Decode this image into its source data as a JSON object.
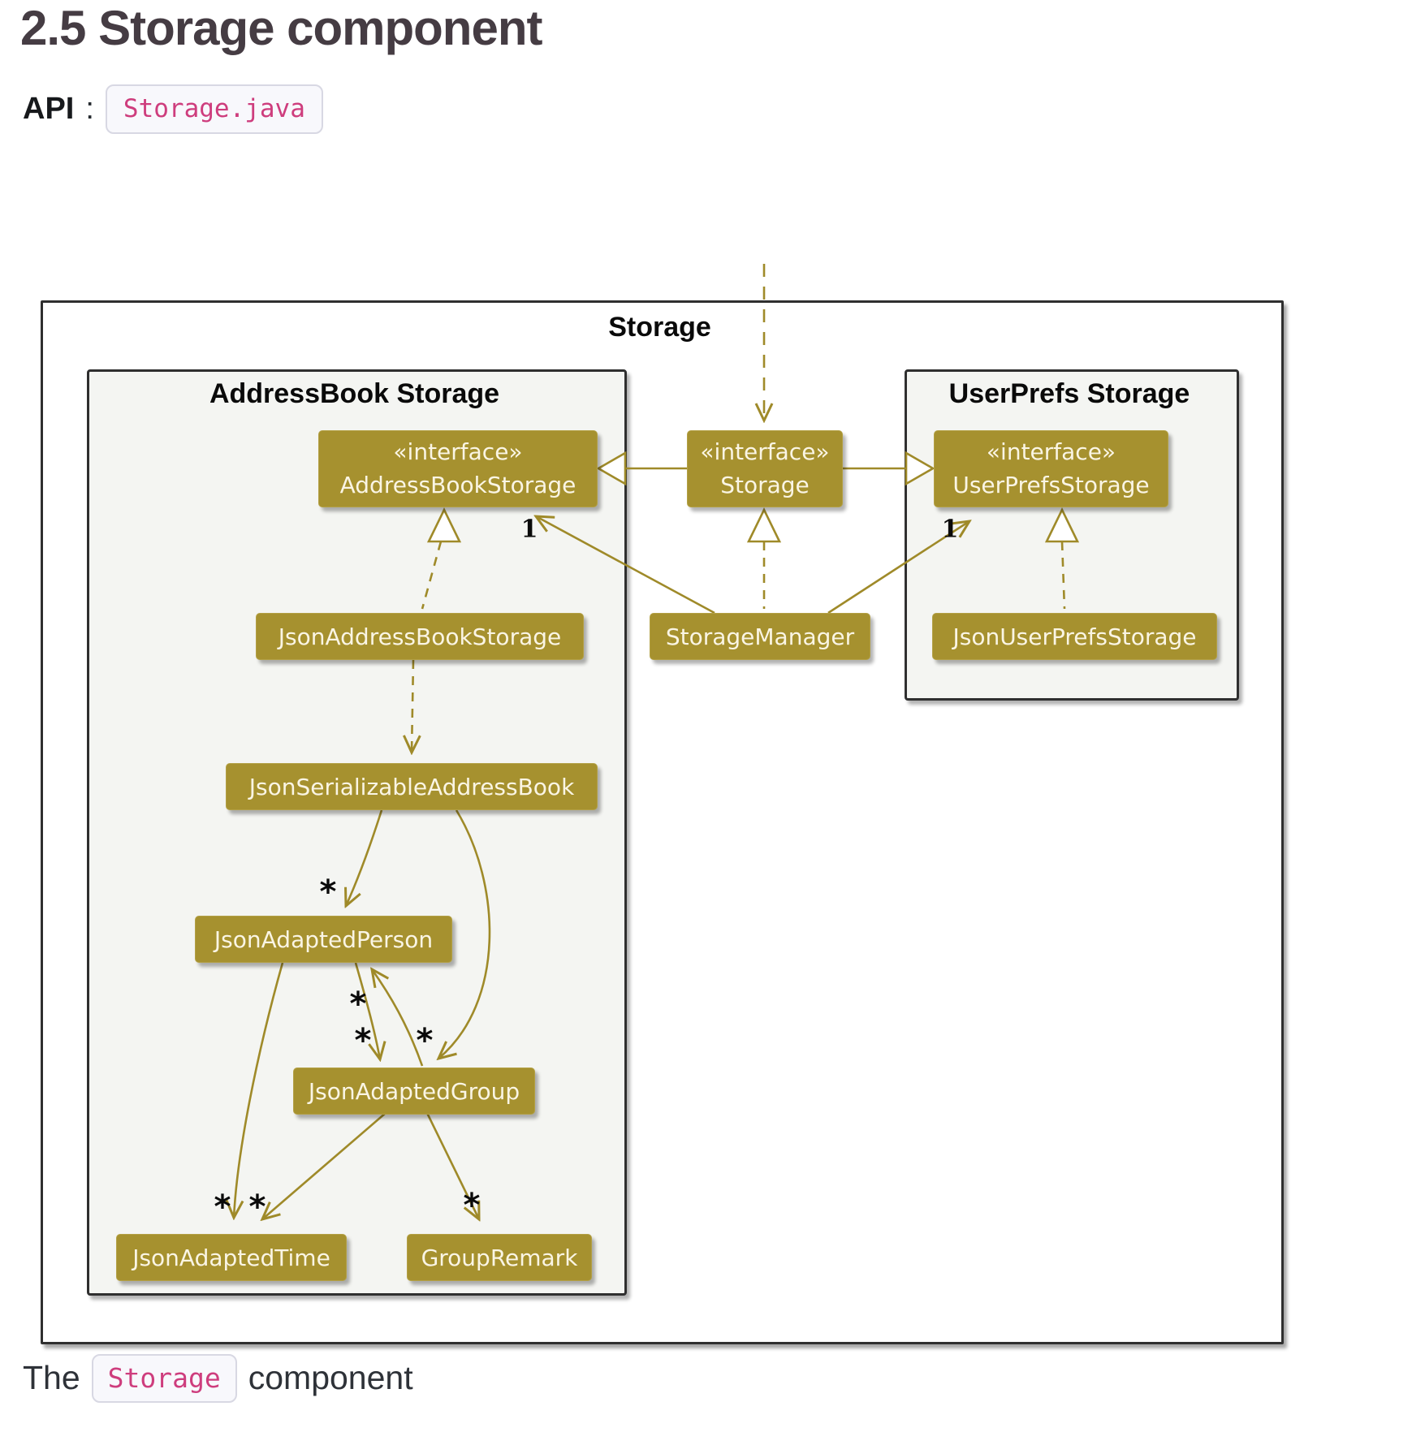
{
  "page": {
    "heading": "2.5 Storage component",
    "api_label": "API",
    "api_separator": ":",
    "api_code": "Storage.java",
    "caption_prefix": "The",
    "caption_code": "Storage",
    "caption_suffix": "component"
  },
  "colors": {
    "gold_fill": "#A6912F",
    "gold_line": "#9F8A29",
    "node_text": "#FAF5E4",
    "panel_bg": "#F4F5F2",
    "frame_border": "#2F2F2F",
    "pink_code": "#CE3D7D",
    "heading_text": "#453C43"
  },
  "diagram": {
    "outer_label": "Storage",
    "panels": {
      "addressbook": "AddressBook Storage",
      "userprefs": "UserPrefs Storage"
    },
    "nodes": {
      "storage_if": {
        "stereotype": "«interface»",
        "name": "Storage"
      },
      "addressbook_if": {
        "stereotype": "«interface»",
        "name": "AddressBookStorage"
      },
      "userprefs_if": {
        "stereotype": "«interface»",
        "name": "UserPrefsStorage"
      },
      "storage_manager": "StorageManager",
      "json_addressbook_storage": "JsonAddressBookStorage",
      "json_userprefs_storage": "JsonUserPrefsStorage",
      "json_serializable_addressbook": "JsonSerializableAddressBook",
      "json_adapted_person": "JsonAdaptedPerson",
      "json_adapted_group": "JsonAdaptedGroup",
      "json_adapted_time": "JsonAdaptedTime",
      "group_remark": "GroupRemark"
    },
    "multiplicities": {
      "one": "1",
      "star": "*"
    }
  }
}
